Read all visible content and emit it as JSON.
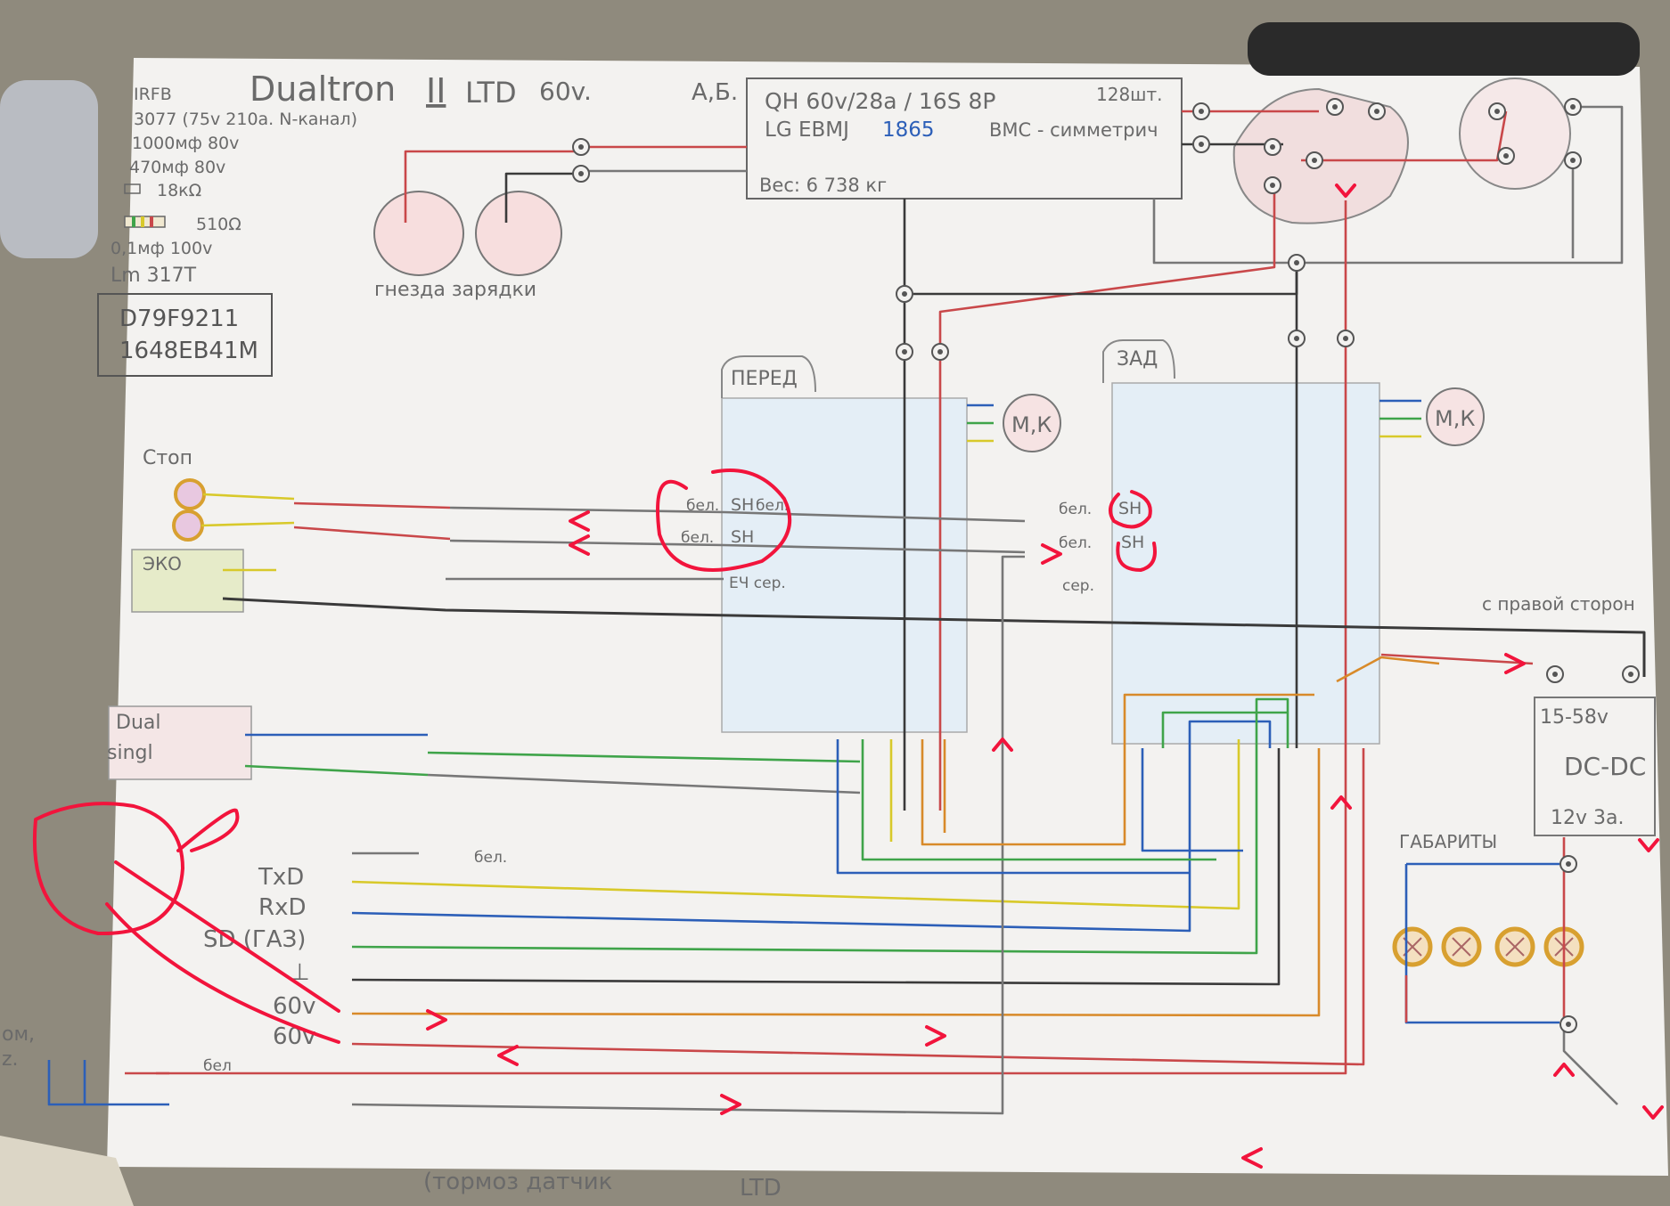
{
  "title": "Dualtron",
  "title_roman": "II",
  "title_model": "LTD",
  "title_volt": "60v.",
  "parts_list": [
    "IRFB",
    "3077 (75v 210a. N-канал)",
    "1000мф 80v",
    "470мф 80v",
    "18кΩ",
    "510Ω",
    "0,1мф 100v",
    "Lm 317T"
  ],
  "serial": [
    "D79F9211",
    "1648EB41M"
  ],
  "ab_label": "А,Б.",
  "battery": {
    "line1": "QH 60v/28a / 16S 8P",
    "count": "128шт.",
    "line2_prefix": "LG EBMJ",
    "line2_blue": "1865",
    "bms": "BMC - симметрич",
    "weight": "Вес: 6 738 кг"
  },
  "charge_ports": "гнезда зарядки",
  "front_ctrl": "ПЕРЕД",
  "rear_ctrl": "ЗАД",
  "motor": "М,К",
  "stop": "Стоп",
  "eco": "ЭКО",
  "dual": "Dual",
  "single": "singl",
  "wire_bel": "бел.",
  "wire_ser": "сер.",
  "sh": "SH",
  "ek_ser": "ЕЧ сер.",
  "right_side": "с правой сторон",
  "dcdc": [
    "15-58v",
    "DC-DC",
    "12v 3a."
  ],
  "gabarity": "ГАБАРИТЫ",
  "signals": [
    "TxD",
    "RxD",
    "SD (ГАЗ)",
    "⊥",
    "60v",
    "60v"
  ],
  "bottom_left": [
    "ом,",
    "z."
  ],
  "bel_bottom": "бел",
  "brake_sensor": "(тормоз датчик",
  "ltd_bottom": "LTD",
  "colors": {
    "red": "#c9484a",
    "black": "#3a3a3a",
    "grey": "#777777",
    "yellow": "#d8c92a",
    "green": "#3fa44a",
    "blue": "#2c5fb8",
    "orange": "#d88a2a",
    "annot": "#f2143c",
    "paper": "#f4f3f1"
  }
}
